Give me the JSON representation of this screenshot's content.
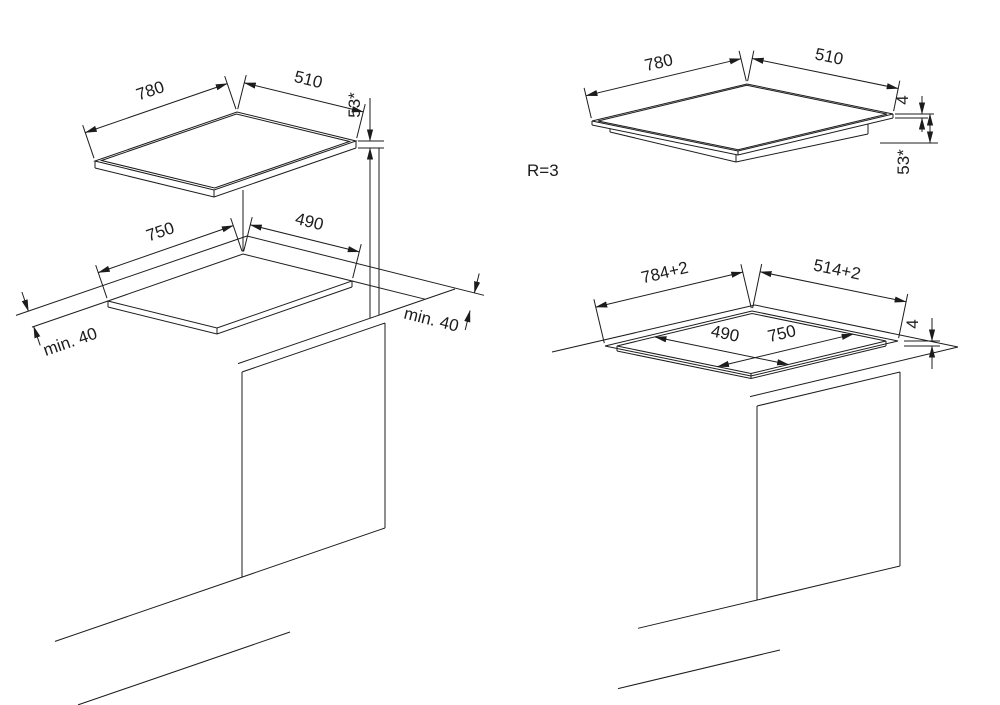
{
  "page": {
    "background": "#ffffff",
    "line_color": "#1c1c1c"
  },
  "left_diagram": {
    "hob": {
      "width": "780",
      "depth": "510",
      "height": "53*"
    },
    "worktop": {
      "width": "750",
      "depth": "490",
      "clearance_left": "min. 40",
      "clearance_right": "min. 40"
    }
  },
  "right_diagram": {
    "hob": {
      "width": "780",
      "depth": "510",
      "rim_height": "4",
      "height": "53*",
      "corner_radius": "R=3"
    },
    "worktop": {
      "outer_width": "784+2",
      "outer_depth": "514+2",
      "step_depth": "4",
      "inner_depth": "490",
      "inner_width": "750"
    }
  }
}
